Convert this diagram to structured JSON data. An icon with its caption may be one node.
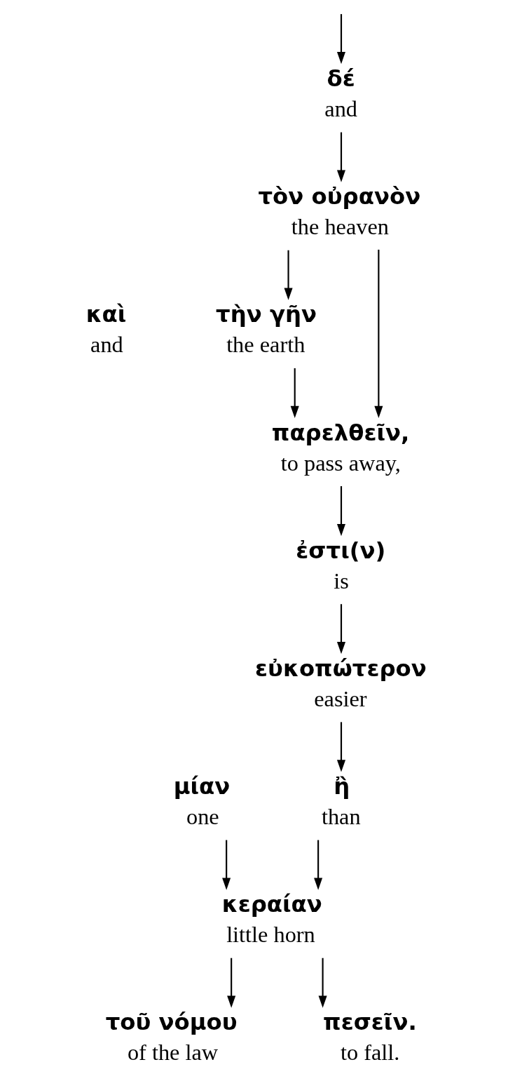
{
  "diagram": {
    "nodes": [
      {
        "text": [
          "δέ",
          "and"
        ]
      },
      {
        "text": [
          "τὸν οὐρανὸν",
          "the heaven"
        ]
      },
      {
        "text": [
          "καὶ",
          "and"
        ]
      },
      {
        "text": [
          "τὴν γῆν",
          "the earth"
        ]
      },
      {
        "text": [
          "παρελθεῖν,",
          "to pass away,"
        ]
      },
      {
        "text": [
          "ἐστι(ν)",
          "is"
        ]
      },
      {
        "text": [
          "εὐκοπώτερον",
          "easier"
        ]
      },
      {
        "text": [
          "ἢ",
          "than"
        ]
      },
      {
        "text": [
          "τοῦ νόμου",
          "of the law"
        ]
      },
      {
        "text": [
          "μίαν",
          "one"
        ]
      },
      {
        "text": [
          "κεραίαν",
          "little horn"
        ]
      },
      {
        "text": [
          "πεσεῖν.",
          "to fall."
        ]
      }
    ],
    "edges": [
      {
        "from": null,
        "to": 0,
        "arrow": "to"
      },
      {
        "from": 0,
        "to": 1,
        "arrow": "to"
      },
      {
        "from": 1,
        "to": 3,
        "arrow": "to"
      },
      {
        "from": 1,
        "to": 4,
        "arrow": "to"
      },
      {
        "from": 3,
        "to": 4,
        "arrow": "to"
      },
      {
        "from": 4,
        "to": 5,
        "arrow": "to"
      },
      {
        "from": 5,
        "to": 6,
        "arrow": "to"
      },
      {
        "from": 6,
        "to": 7,
        "arrow": "to"
      },
      {
        "from": 7,
        "to": 10,
        "arrow": "to"
      },
      {
        "from": 9,
        "to": 10,
        "arrow": "to"
      },
      {
        "from": 10,
        "to": 8,
        "arrow": "to"
      },
      {
        "from": 10,
        "to": 11,
        "arrow": "to"
      }
    ]
  }
}
